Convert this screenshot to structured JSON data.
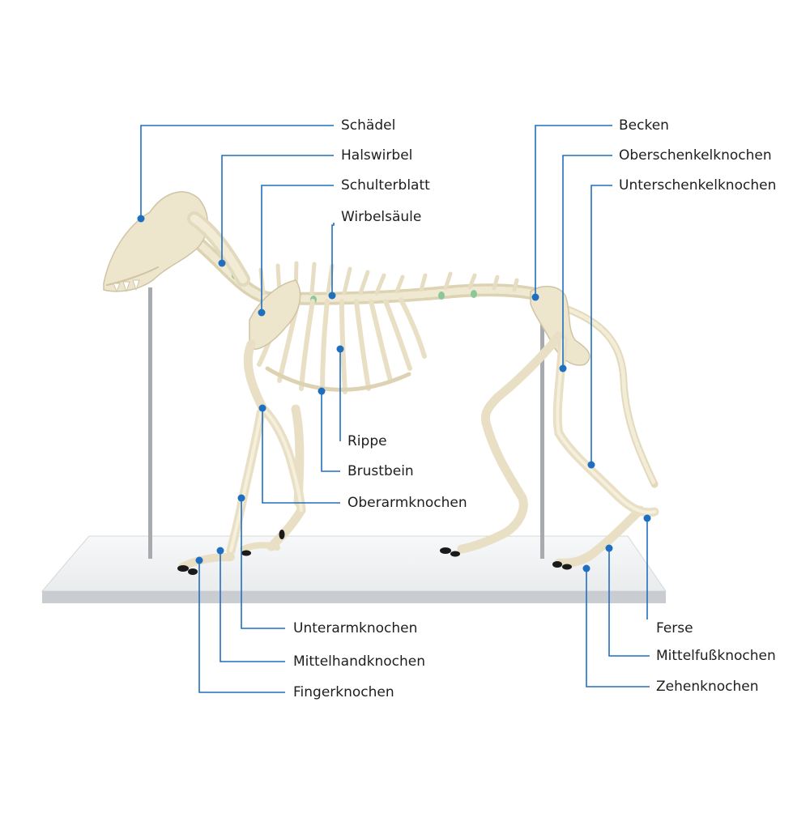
{
  "colors": {
    "leader_line": "#1f6fc0",
    "bone": "#ede5cc",
    "bone_shadow": "#cfc4a4",
    "base_top": "#f2f3f4",
    "base_edge": "#c9ccd0",
    "rod": "#a8abae",
    "cartilage": "#8cc79a",
    "claw": "#1a1a1a"
  },
  "labels": [
    {
      "id": "schaedel",
      "text": "Schädel"
    },
    {
      "id": "halswirbel",
      "text": "Halswirbel"
    },
    {
      "id": "schulterblatt",
      "text": "Schulterblatt"
    },
    {
      "id": "wirbelsaeule",
      "text": "Wirbelsäule"
    },
    {
      "id": "becken",
      "text": "Becken"
    },
    {
      "id": "oberschenkelknochen",
      "text": "Oberschenkelknochen"
    },
    {
      "id": "unterschenkelknochen",
      "text": "Unterschenkelknochen"
    },
    {
      "id": "rippe",
      "text": "Rippe"
    },
    {
      "id": "brustbein",
      "text": "Brustbein"
    },
    {
      "id": "oberarmknochen",
      "text": "Oberarmknochen"
    },
    {
      "id": "unterarmknochen",
      "text": "Unterarmknochen"
    },
    {
      "id": "mittelhandknochen",
      "text": "Mittelhandknochen"
    },
    {
      "id": "fingerknochen",
      "text": "Fingerknochen"
    },
    {
      "id": "ferse",
      "text": "Ferse"
    },
    {
      "id": "mittelfussknochen",
      "text": "Mittelfußknochen"
    },
    {
      "id": "zehenknochen",
      "text": "Zehenknochen"
    }
  ]
}
